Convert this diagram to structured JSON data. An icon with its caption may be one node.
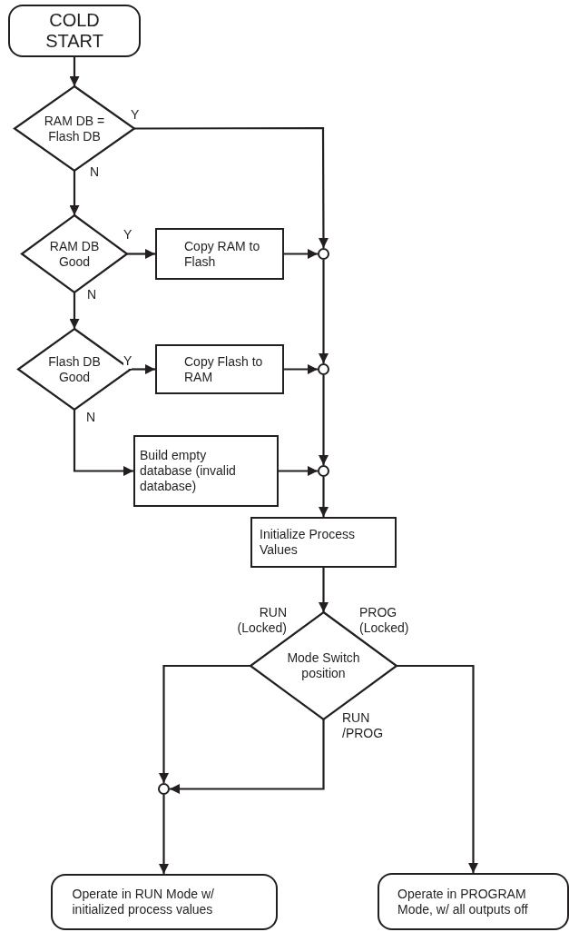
{
  "diagram": {
    "nodes": [
      {
        "text": [
          "COLD START"
        ]
      },
      {
        "text": [
          "RAM DB = Flash DB"
        ]
      },
      {
        "text": [
          "RAM DB Good"
        ]
      },
      {
        "text": [
          "Copy RAM to Flash"
        ]
      },
      {
        "text": [],
        "shape": "circle"
      },
      {
        "text": [
          "Flash DB Good"
        ]
      },
      {
        "text": [
          "Copy Flash to RAM"
        ]
      },
      {
        "text": [],
        "shape": "circle"
      },
      {
        "text": [
          "Build empty database (invalid database)"
        ]
      },
      {
        "text": [],
        "shape": "circle"
      },
      {
        "text": [
          "Initialize Process Values"
        ]
      },
      {
        "text": [
          "Mode Switch position"
        ]
      },
      {
        "text": [],
        "shape": "circle"
      },
      {
        "text": [
          "Operate in RUN Mode w/ initialized process values"
        ]
      },
      {
        "text": [
          "Operate in PROGRAM Mode, w/ all outputs off"
        ]
      }
    ],
    "edges": [
      {
        "from": 0,
        "to": 1,
        "arrow": "to"
      },
      {
        "from": 1,
        "to": 2,
        "arrow": "to",
        "label": "N"
      },
      {
        "from": 1,
        "to": 4,
        "arrow": "to",
        "label": "Y"
      },
      {
        "from": 2,
        "to": 3,
        "arrow": "to",
        "label": "Y"
      },
      {
        "from": 3,
        "to": 4,
        "arrow": "to"
      },
      {
        "from": 2,
        "to": 5,
        "arrow": "to",
        "label": "N"
      },
      {
        "from": 4,
        "to": 7,
        "arrow": "to"
      },
      {
        "from": 5,
        "to": 6,
        "arrow": "to",
        "label": "Y"
      },
      {
        "from": 6,
        "to": 7,
        "arrow": "to"
      },
      {
        "from": 5,
        "to": 8,
        "arrow": "to",
        "label": "N"
      },
      {
        "from": 7,
        "to": 9,
        "arrow": "to"
      },
      {
        "from": 8,
        "to": 9,
        "arrow": "to"
      },
      {
        "from": 9,
        "to": 10,
        "arrow": "to"
      },
      {
        "from": 10,
        "to": 11,
        "arrow": "to"
      },
      {
        "from": 11,
        "to": 12,
        "arrow": "to",
        "label": "RUN (Locked)"
      },
      {
        "from": 11,
        "to": 12,
        "arrow": "to",
        "label": "RUN /PROG"
      },
      {
        "from": 11,
        "to": 14,
        "arrow": "to",
        "label": "PROG (Locked)"
      },
      {
        "from": 12,
        "to": 13,
        "arrow": "to"
      }
    ]
  }
}
